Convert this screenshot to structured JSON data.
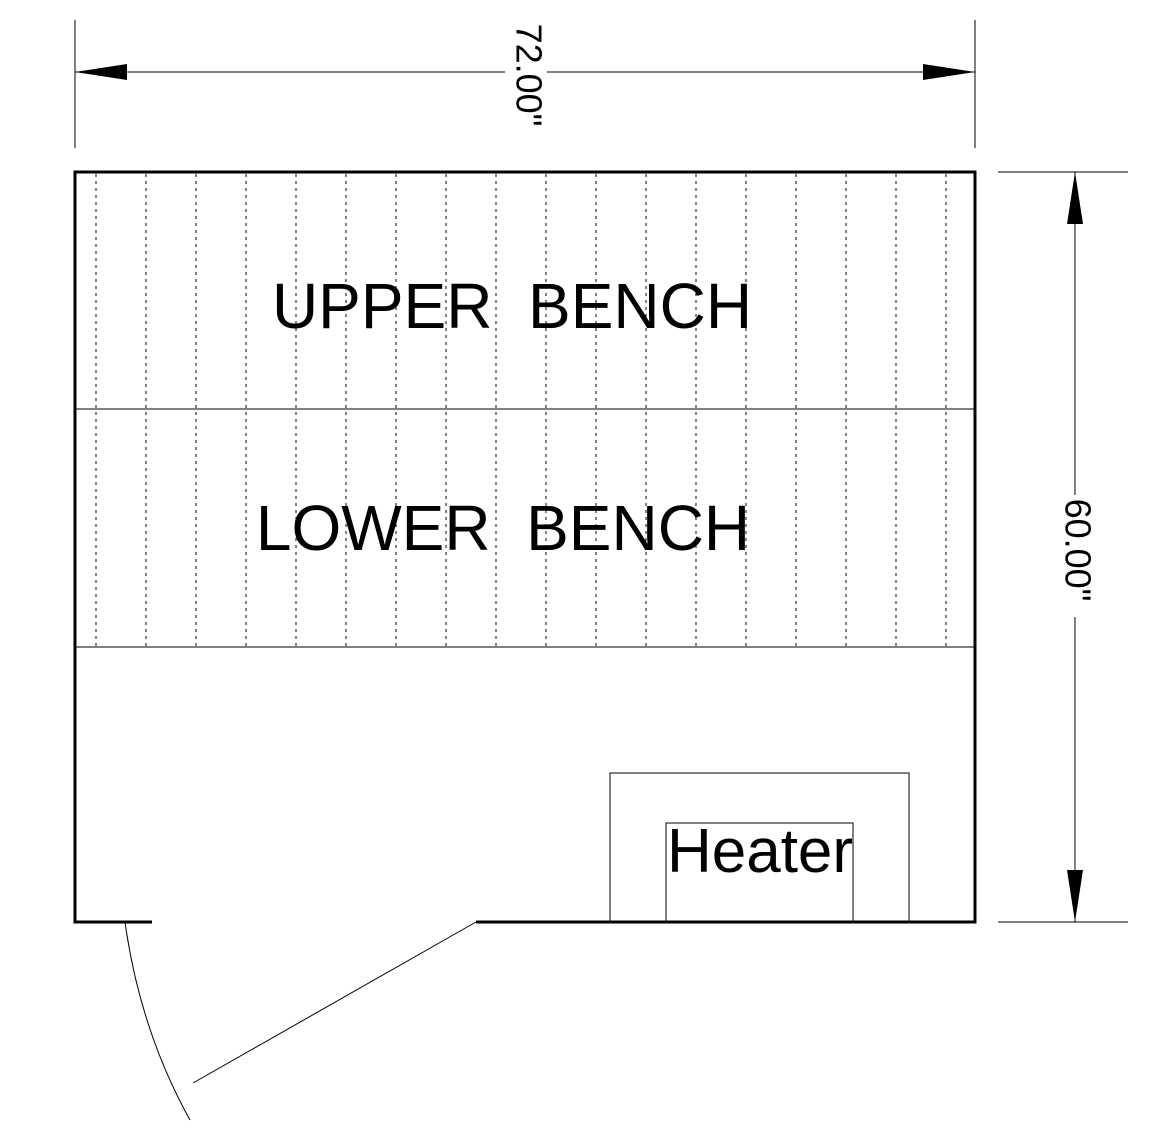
{
  "zones": {
    "upper_bench": "UPPER  BENCH",
    "lower_bench": "LOWER  BENCH",
    "heater": "Heater"
  },
  "dimensions": {
    "width": "72.00\"",
    "depth": "60.00\""
  },
  "colors": {
    "line": "#000000",
    "background": "#ffffff"
  }
}
